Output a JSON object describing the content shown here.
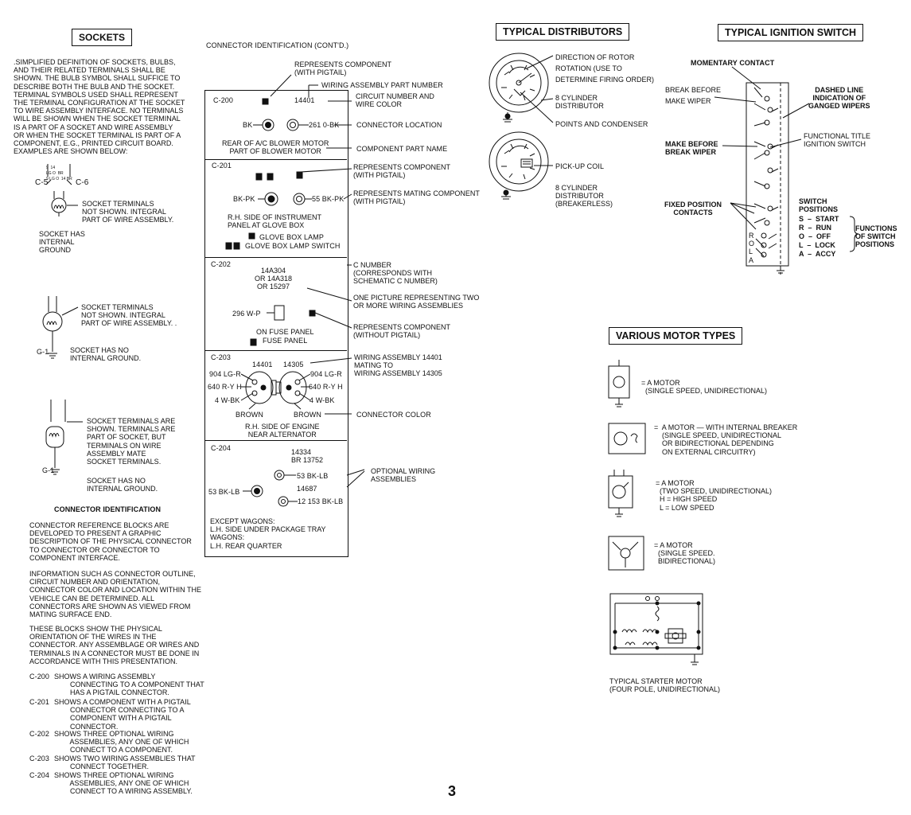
{
  "sockets": {
    "title": "SOCKETS",
    "intro": ".SIMPLIFIED DEFINITION OF SOCKETS, BULBS,\nAND THEIR RELATED TERMINALS SHALL BE\nSHOWN. THE BULB SYMBOL SHALL SUFFICE TO\nDESCRIBE BOTH THE BULB AND THE SOCKET.\nTERMINAL SYMBOLS USED SHALL REPRESENT\nTHE TERMINAL CONFIGURATION AT THE SOCKET\nTO WIRE ASSEMBLY INTERFACE. NO TERMINALS\nWILL BE SHOWN WHEN THE SOCKET TERMINAL\nIS A PART OF A SOCKET AND WIRE ASSEMBLY\nOR WHEN THE SOCKET TERMINAL IS PART OF A\nCOMPONENT, E.G., PRINTED CIRCUIT BOARD.\nEXAMPLES ARE SHOWN BELOW:",
    "ex1_c5": "C-5",
    "ex1_c6": "C-6",
    "ex1_pins": "9  14\nLG O  BR\n9 LG O  14 BR",
    "ex1_note": "SOCKET TERMINALS\nNOT SHOWN. INTEGRAL\nPART OF WIRE ASSEMBLY.",
    "ex1_ground": "SOCKET HAS\nINTERNAL\nGROUND",
    "ex2_note": "SOCKET TERMINALS\nNOT SHOWN. INTEGRAL\nPART OF WIRE ASSEMBLY. .",
    "ex2_g": "G-1",
    "ex2_ground": "SOCKET HAS NO\nINTERNAL GROUND.",
    "ex3_note": "SOCKET TERMINALS ARE\nSHOWN. TERMINALS ARE\nPART OF SOCKET, BUT\nTERMINALS ON WIRE\nASSEMBLY MATE\nSOCKET TERMINALS.",
    "ex3_g": "G-1",
    "ex3_ground": "SOCKET HAS NO\nINTERNAL GROUND."
  },
  "connector_id": {
    "heading": "CONNECTOR IDENTIFICATION",
    "p1": "CONNECTOR REFERENCE BLOCKS ARE\nDEVELOPED TO PRESENT A GRAPHIC\nDESCRIPTION OF THE PHYSICAL CONNECTOR\nTO CONNECTOR OR CONNECTOR TO\nCOMPONENT INTERFACE.",
    "p2": "INFORMATION SUCH AS CONNECTOR OUTLINE,\nCIRCUIT NUMBER AND ORIENTATION,\nCONNECTOR COLOR AND LOCATION WITHIN THE\nVEHICLE CAN BE DETERMINED. ALL\nCONNECTORS ARE SHOWN AS VIEWED FROM\nMATING SURFACE END.",
    "p3": "THESE BLOCKS SHOW THE PHYSICAL\nORIENTATION OF THE WIRES IN THE\nCONNECTOR. ANY ASSEMBLAGE OR WIRES AND\nTERMINALS IN A CONNECTOR MUST BE DONE IN\nACCORDANCE WITH THIS PRESENTATION.",
    "list": [
      {
        "code": "C-200",
        "text": "SHOWS A WIRING ASSEMBLY\n        CONNECTING TO A COMPONENT THAT\n        HAS A PIGTAIL CONNECTOR."
      },
      {
        "code": "C-201",
        "text": "SHOWS A COMPONENT WITH A PIGTAIL\n        CONNECTOR CONNECTING TO A\n        COMPONENT WITH A PIGTAIL\n        CONNECTOR."
      },
      {
        "code": "C-202",
        "text": "SHOWS THREE OPTIONAL WIRING\n        ASSEMBLIES, ANY ONE OF WHICH\n        CONNECT TO A COMPONENT."
      },
      {
        "code": "C-203",
        "text": "SHOWS TWO WIRING ASSEMBLIES THAT\n        CONNECT TOGETHER."
      },
      {
        "code": "C-204",
        "text": "SHOWS THREE OPTIONAL WIRING\n        ASSEMBLIES, ANY ONE OF WHICH\n        CONNECT TO A WIRING ASSEMBLY."
      }
    ]
  },
  "connector_cont": {
    "heading": "CONNECTOR IDENTIFICATION (CONT'D.)",
    "c200": {
      "id": "C-200",
      "part": "14401",
      "left": "BK",
      "right": "261 0-BK",
      "loc": "REAR OF A/C BLOWER MOTOR\nPART OF BLOWER MOTOR"
    },
    "c201": {
      "id": "C-201",
      "left": "BK-PK",
      "right": "55 BK-PK",
      "loc": "R.H. SIDE OF INSTRUMENT\nPANEL AT GLOVE BOX",
      "item1": "GLOVE BOX LAMP",
      "item2": "GLOVE BOX LAMP SWITCH"
    },
    "c202": {
      "id": "C-202",
      "parts": "14A304\nOR 14A318\nOR 15297",
      "wire": "296 W-P",
      "loc1": "ON FUSE PANEL",
      "loc2": "FUSE PANEL"
    },
    "c203": {
      "id": "C-203",
      "p1": "14401",
      "p2": "14305",
      "l1": "904 LG-R",
      "l2": "640 R-Y H",
      "l3": "4 W-BK",
      "r1": "904 LG-R",
      "r2": "640 R-Y H",
      "r3": "4 W-BK",
      "col1": "BROWN",
      "col2": "BROWN",
      "loc": "R.H. SIDE OF ENGINE\nNEAR ALTERNATOR"
    },
    "c204": {
      "id": "C-204",
      "parts": "14334\nBR 13752",
      "part3": "14687",
      "w1": "53 BK-LB",
      "w2": "53 BK-LB",
      "w3": "12 153 BK-LB",
      "loc": "EXCEPT WAGONS:\nL.H. SIDE UNDER PACKAGE TRAY\nWAGONS:\nL.H. REAR QUARTER"
    },
    "callouts": {
      "rep_comp_pigtail_top": "REPRESENTS COMPONENT\n(WITH PIGTAIL)",
      "wiring_part": "WIRING ASSEMBLY PART NUMBER",
      "circuit_num": "CIRCUIT NUMBER AND\nWIRE COLOR",
      "conn_loc": "CONNECTOR LOCATION",
      "comp_part_name": "COMPONENT PART NAME",
      "rep_comp_pigtail": "REPRESENTS COMPONENT\n(WITH PIGTAIL)",
      "rep_mating": "REPRESENTS MATING COMPONENT\n(WITH PIGTAIL)",
      "c_number": "C NUMBER\n(CORRESPONDS WITH\nSCHEMATIC C NUMBER)",
      "one_picture": "ONE PICTURE REPRESENTING TWO\nOR MORE WIRING ASSEMBLIES",
      "rep_no_pigtail": "REPRESENTS COMPONENT\n(WITHOUT PIGTAIL)",
      "mating": "WIRING ASSEMBLY 14401\nMATING TO\nWIRING ASSEMBLY 14305",
      "conn_color": "CONNECTOR COLOR",
      "optional": "OPTIONAL WIRING\nASSEMBLIES"
    }
  },
  "distributors": {
    "title": "TYPICAL DISTRIBUTORS",
    "rotation": "DIRECTION OF ROTOR\nROTATION (USE TO\nDETERMINE FIRING ORDER)",
    "d1": "8 CYLINDER\nDISTRIBUTOR",
    "points": "POINTS AND CONDENSER",
    "pickup": "PICK-UP COIL",
    "d2": "8 CYLINDER\nDISTRIBUTOR\n(BREAKERLESS)"
  },
  "ignition": {
    "title": "TYPICAL IGNITION SWITCH",
    "momentary": "MOMENTARY CONTACT",
    "break_before": "BREAK BEFORE\nMAKE WIPER",
    "dashed": "DASHED LINE\nINDICATION OF\nGANGED WIPERS",
    "functional": "FUNCTIONAL TITLE\nIGNITION SWITCH",
    "make_before": "MAKE BEFORE\nBREAK WIPER",
    "fixed": "FIXED POSITION\nCONTACTS",
    "switch_pos": "SWITCH\nPOSITIONS",
    "positions": "S  –  START\nR  –  RUN\nO  –  OFF\nL  –  LOCK\nA  –  ACCY",
    "functions": "FUNCTIONS\nOF SWITCH\nPOSITIONS",
    "letters": "R\nO\nL\nA"
  },
  "motors": {
    "title": "VARIOUS MOTOR TYPES",
    "m1": "= A MOTOR\n  (SINGLE SPEED, UNIDIRECTIONAL)",
    "m2": "=  A MOTOR — WITH INTERNAL BREAKER\n    (SINGLE SPEED, UNIDIRECTIONAL\n    OR BIDIRECTIONAL DEPENDING\n    ON EXTERNAL CIRCUITRY)",
    "m3": "= A MOTOR\n  (TWO SPEED, UNIDIRECTIONAL)\n  H = HIGH SPEED\n  L = LOW SPEED",
    "m4": "= A MOTOR\n  (SINGLE SPEED.\n  BIDIRECTIONAL)",
    "starter": "TYPICAL STARTER MOTOR\n(FOUR POLE, UNIDIRECTIONAL)"
  },
  "page_number": "3"
}
